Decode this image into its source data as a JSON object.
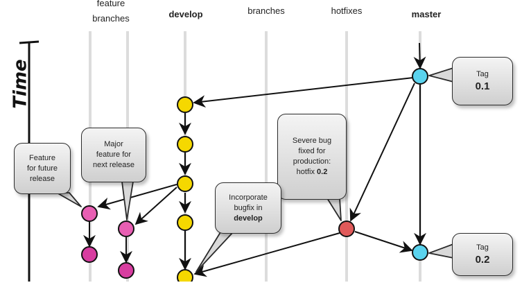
{
  "columns": {
    "feature_line1": "feature",
    "feature_line2": "branches",
    "develop": "develop",
    "release_line2": "branches",
    "hotfixes": "hotfixes",
    "master": "master"
  },
  "time_label": "Time",
  "callouts": {
    "feature_future": [
      "Feature",
      "for future",
      "release"
    ],
    "major_feature": [
      "Major",
      "feature for",
      "next release"
    ],
    "severe_bug": [
      "Severe bug",
      "fixed for",
      "production:"
    ],
    "severe_bug_prefix": "hotfix ",
    "severe_bug_version": "0.2",
    "incorporate": [
      "Incorporate",
      "bugfix in"
    ],
    "incorporate_bold": "develop",
    "tag1_label": "Tag",
    "tag1_value": "0.1",
    "tag2_label": "Tag",
    "tag2_value": "0.2"
  },
  "colors": {
    "develop_commit": "#f5d800",
    "feature_commit": "#e85fb3",
    "feature_commit_dark": "#d83da0",
    "hotfix_commit": "#e05a5a",
    "master_commit": "#5ad3ee",
    "lane": "#d8d8d8"
  }
}
